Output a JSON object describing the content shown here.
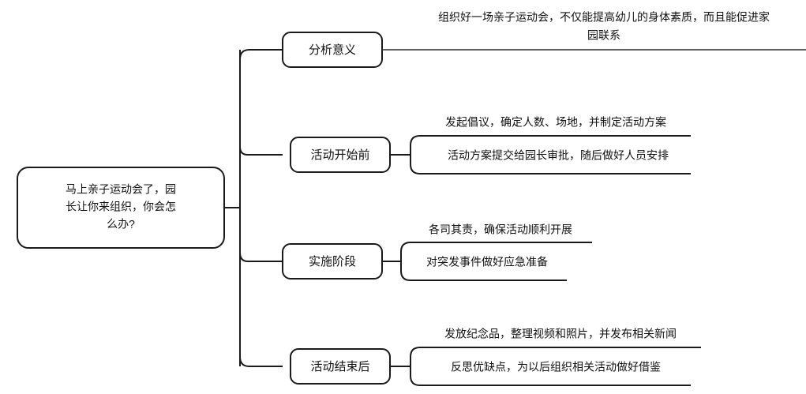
{
  "diagram": {
    "type": "mind-map",
    "orientation": "left-to-right",
    "background_color": "#ffffff",
    "line_color": "#1a1a1a",
    "text_color": "#111111",
    "root": {
      "label": "马上亲子运动会了，园长让你来组织，你会怎么办?",
      "lines": [
        "马上亲子运动会了，园",
        "长让你来组织，你会怎",
        "么办?"
      ]
    },
    "branches": [
      {
        "label": "分析意义",
        "leaves": [
          {
            "label": "组织好一场亲子运动会，不仅能提高幼儿的身体素质，而且能促进家园联系",
            "lines": [
              "组织好一场亲子运动会，不仅能提高幼儿的身体素质，而且能促进家",
              "园联系"
            ]
          }
        ]
      },
      {
        "label": "活动开始前",
        "leaves": [
          {
            "label": "发起倡议，确定人数、场地，并制定活动方案",
            "lines": [
              "发起倡议，确定人数、场地，并制定活动方案"
            ]
          },
          {
            "label": "活动方案提交给园长审批，随后做好人员安排",
            "lines": [
              "活动方案提交给园长审批，随后做好人员安排"
            ]
          }
        ]
      },
      {
        "label": "实施阶段",
        "leaves": [
          {
            "label": "各司其责，确保活动顺利开展",
            "lines": [
              "各司其责，确保活动顺利开展"
            ]
          },
          {
            "label": "对突发事件做好应急准备",
            "lines": [
              "对突发事件做好应急准备"
            ]
          }
        ]
      },
      {
        "label": "活动结束后",
        "leaves": [
          {
            "label": "发放纪念品，整理视频和照片，并发布相关新闻",
            "lines": [
              "发放纪念品，整理视频和照片，并发布相关新闻"
            ]
          },
          {
            "label": "反思优缺点，为以后组织相关活动做好借鉴",
            "lines": [
              "反思优缺点，为以后组织相关活动做好借鉴"
            ]
          }
        ]
      }
    ]
  }
}
